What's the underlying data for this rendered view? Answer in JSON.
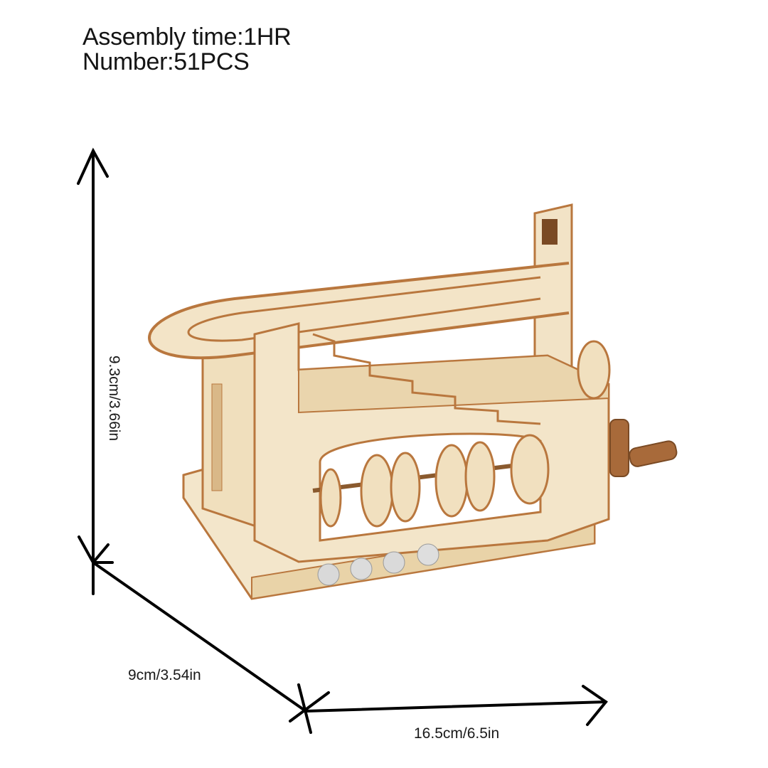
{
  "specs": {
    "assembly_time": "Assembly time:1HR",
    "number": "Number:51PCS"
  },
  "dimensions": {
    "height": "9.3cm/3.66in",
    "depth": "9cm/3.54in",
    "width": "16.5cm/6.5in"
  },
  "product": {
    "name": "wooden marble run kit",
    "material_color": "#f1e2c4",
    "edge_color": "#b9773e",
    "marbles_count_visible": 4
  }
}
